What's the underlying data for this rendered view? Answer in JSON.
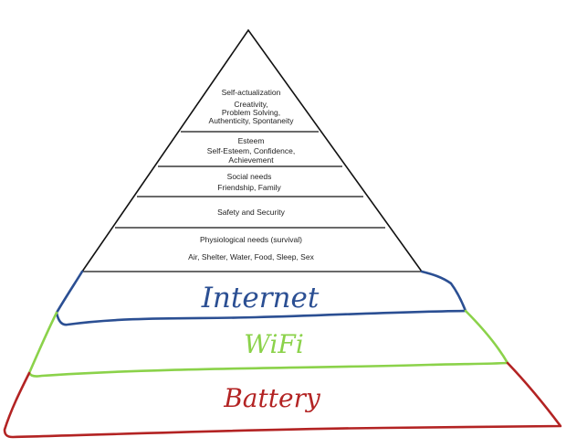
{
  "pyramid": {
    "levels": [
      {
        "title": "Self-actualization",
        "details": [
          "Creativity,",
          "Problem Solving,",
          "Authenticity, Spontaneity"
        ]
      },
      {
        "title": "Esteem",
        "details": [
          "Self-Esteem, Confidence,",
          "Achievement"
        ]
      },
      {
        "title": "Social needs",
        "details": [
          "Friendship, Family"
        ]
      },
      {
        "title": "Safety and Security",
        "details": []
      },
      {
        "title": "Physiological needs (survival)",
        "details": [
          "Air, Shelter, Water, Food, Sleep, Sex"
        ]
      }
    ],
    "hand_drawn_tiers": [
      {
        "label": "Internet",
        "color": "#2b4f93"
      },
      {
        "label": "WiFi",
        "color": "#8bd24a"
      },
      {
        "label": "Battery",
        "color": "#b32323"
      }
    ],
    "line_color": "#111111"
  }
}
